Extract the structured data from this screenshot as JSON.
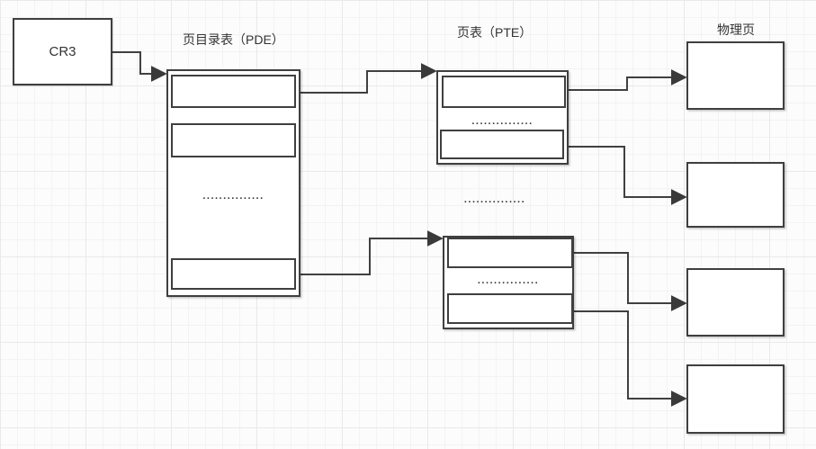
{
  "diagram": {
    "cr3_label": "CR3",
    "pde_title": "页目录表（PDE）",
    "pte_title": "页表（PTE）",
    "physical_title": "物理页",
    "ellipsis": "...............",
    "colors": {
      "line": "#404040",
      "border": "#3f3f3f",
      "text": "#333333",
      "background": "#fcfcfc",
      "grid_minor": "#f3f3f3",
      "grid_major": "#e9e9e9",
      "box_fill": "#ffffff"
    }
  }
}
